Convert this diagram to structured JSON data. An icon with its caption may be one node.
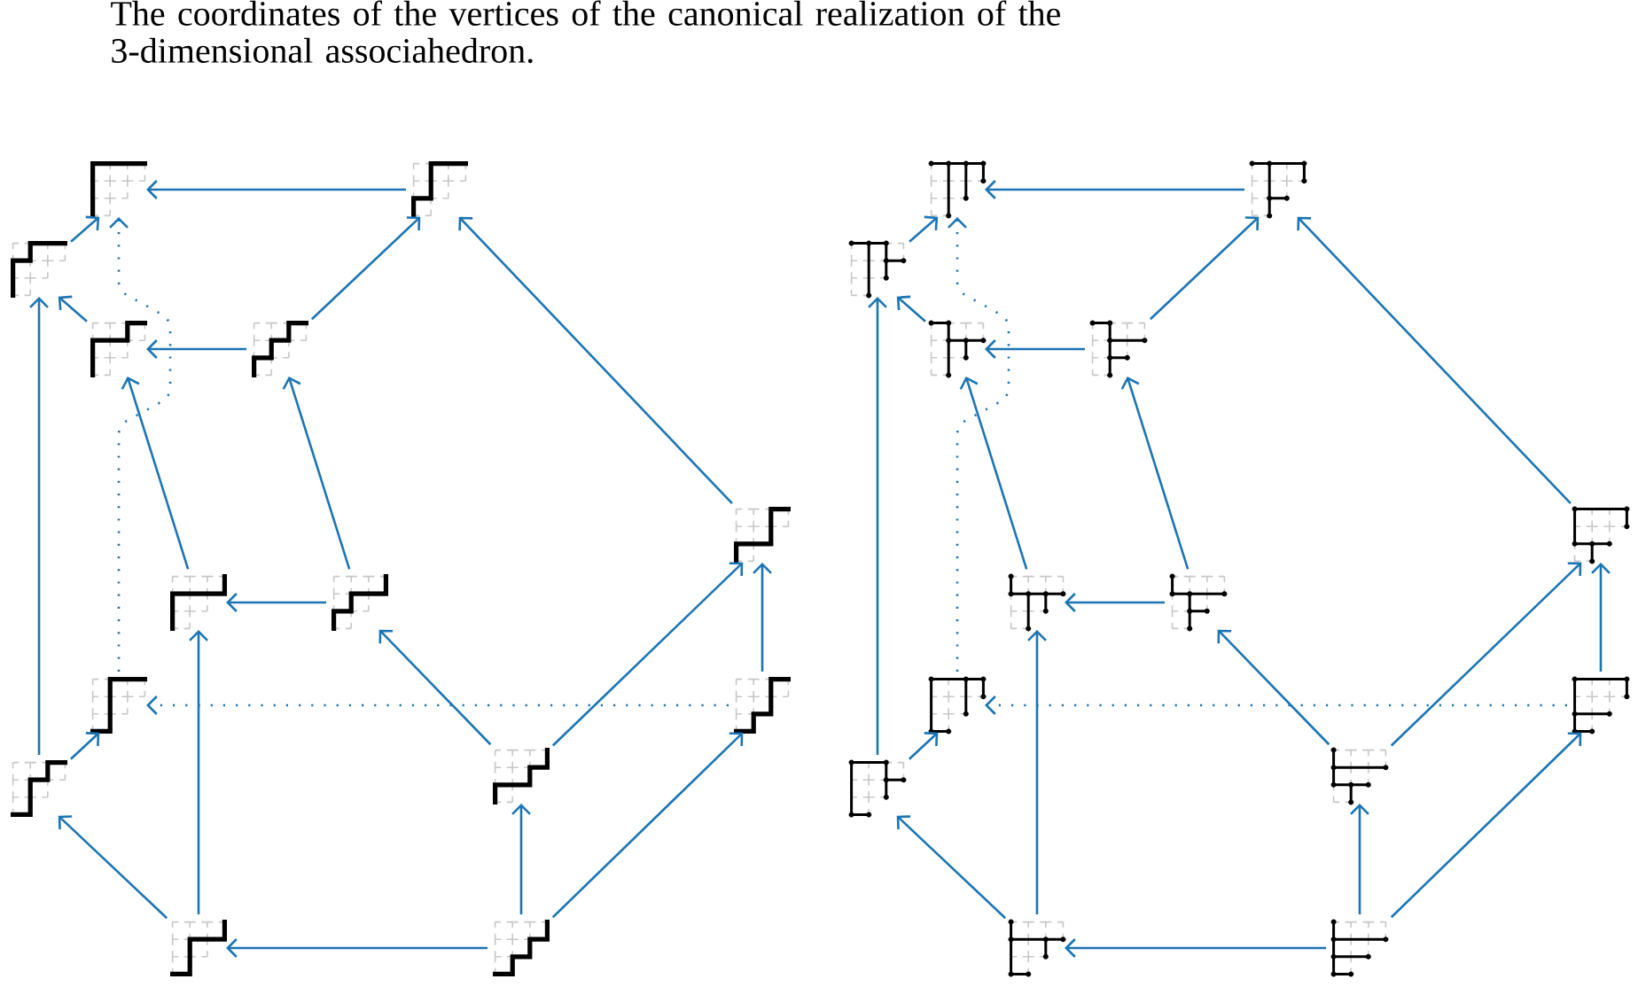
{
  "diagram": {
    "caption": "The coordinates of the vertices of the canonical realization of the 3-dimensional associahedron.",
    "nodes": [
      {
        "text": [],
        "shape": "picture"
      },
      {
        "text": [],
        "shape": "picture"
      },
      {
        "text": [],
        "shape": "picture"
      },
      {
        "text": [],
        "shape": "picture"
      },
      {
        "text": [],
        "shape": "picture"
      },
      {
        "text": [],
        "shape": "picture"
      },
      {
        "text": [],
        "shape": "picture"
      },
      {
        "text": [],
        "shape": "picture"
      },
      {
        "text": [],
        "shape": "picture"
      },
      {
        "text": [],
        "shape": "picture"
      },
      {
        "text": [],
        "shape": "picture"
      },
      {
        "text": [],
        "shape": "picture"
      },
      {
        "text": [],
        "shape": "picture"
      },
      {
        "text": [],
        "shape": "picture"
      },
      {
        "text": [],
        "shape": "picture"
      },
      {
        "text": [],
        "shape": "picture"
      },
      {
        "text": [],
        "shape": "picture"
      },
      {
        "text": [],
        "shape": "picture"
      },
      {
        "text": [],
        "shape": "picture"
      },
      {
        "text": [],
        "shape": "picture"
      },
      {
        "text": [],
        "shape": "picture"
      },
      {
        "text": [],
        "shape": "picture"
      },
      {
        "text": [],
        "shape": "picture"
      },
      {
        "text": [],
        "shape": "picture"
      },
      {
        "text": [],
        "shape": "picture"
      },
      {
        "text": [],
        "shape": "picture"
      },
      {
        "text": [],
        "shape": "picture"
      },
      {
        "text": [],
        "shape": "picture"
      }
    ],
    "edges": [
      {
        "from": 1,
        "to": 0,
        "arrow": "to"
      },
      {
        "from": 2,
        "to": 0,
        "arrow": "to"
      },
      {
        "from": 8,
        "to": 0,
        "arrow": "to",
        "style": "dashed"
      },
      {
        "from": 3,
        "to": 2,
        "arrow": "to"
      },
      {
        "from": 4,
        "to": 3,
        "arrow": "to"
      },
      {
        "from": 4,
        "to": 1,
        "arrow": "to"
      },
      {
        "from": 5,
        "to": 1,
        "arrow": "to"
      },
      {
        "from": 6,
        "to": 3,
        "arrow": "to"
      },
      {
        "from": 7,
        "to": 4,
        "arrow": "to"
      },
      {
        "from": 7,
        "to": 6,
        "arrow": "to"
      },
      {
        "from": 9,
        "to": 5,
        "arrow": "to"
      },
      {
        "from": 11,
        "to": 5,
        "arrow": "to"
      },
      {
        "from": 11,
        "to": 7,
        "arrow": "to"
      },
      {
        "from": 9,
        "to": 8,
        "arrow": "to",
        "style": "dashed"
      },
      {
        "from": 10,
        "to": 2,
        "arrow": "to"
      },
      {
        "from": 10,
        "to": 8,
        "arrow": "to"
      },
      {
        "from": 12,
        "to": 10,
        "arrow": "to"
      },
      {
        "from": 12,
        "to": 6,
        "arrow": "to"
      },
      {
        "from": 13,
        "to": 12,
        "arrow": "to"
      },
      {
        "from": 13,
        "to": 11,
        "arrow": "to"
      },
      {
        "from": 13,
        "to": 9,
        "arrow": "to"
      },
      {
        "from": 15,
        "to": 14,
        "arrow": "to"
      },
      {
        "from": 16,
        "to": 14,
        "arrow": "to"
      },
      {
        "from": 22,
        "to": 14,
        "arrow": "to",
        "style": "dashed"
      },
      {
        "from": 17,
        "to": 16,
        "arrow": "to"
      },
      {
        "from": 18,
        "to": 17,
        "arrow": "to"
      },
      {
        "from": 18,
        "to": 15,
        "arrow": "to"
      },
      {
        "from": 19,
        "to": 15,
        "arrow": "to"
      },
      {
        "from": 20,
        "to": 17,
        "arrow": "to"
      },
      {
        "from": 21,
        "to": 18,
        "arrow": "to"
      },
      {
        "from": 21,
        "to": 20,
        "arrow": "to"
      },
      {
        "from": 23,
        "to": 19,
        "arrow": "to"
      },
      {
        "from": 25,
        "to": 19,
        "arrow": "to"
      },
      {
        "from": 25,
        "to": 21,
        "arrow": "to"
      },
      {
        "from": 23,
        "to": 22,
        "arrow": "to",
        "style": "dashed"
      },
      {
        "from": 24,
        "to": 16,
        "arrow": "to"
      },
      {
        "from": 24,
        "to": 22,
        "arrow": "to"
      },
      {
        "from": 26,
        "to": 24,
        "arrow": "to"
      },
      {
        "from": 26,
        "to": 20,
        "arrow": "to"
      },
      {
        "from": 27,
        "to": 26,
        "arrow": "to"
      },
      {
        "from": 27,
        "to": 25,
        "arrow": "to"
      },
      {
        "from": 27,
        "to": 23,
        "arrow": "to"
      }
    ]
  }
}
